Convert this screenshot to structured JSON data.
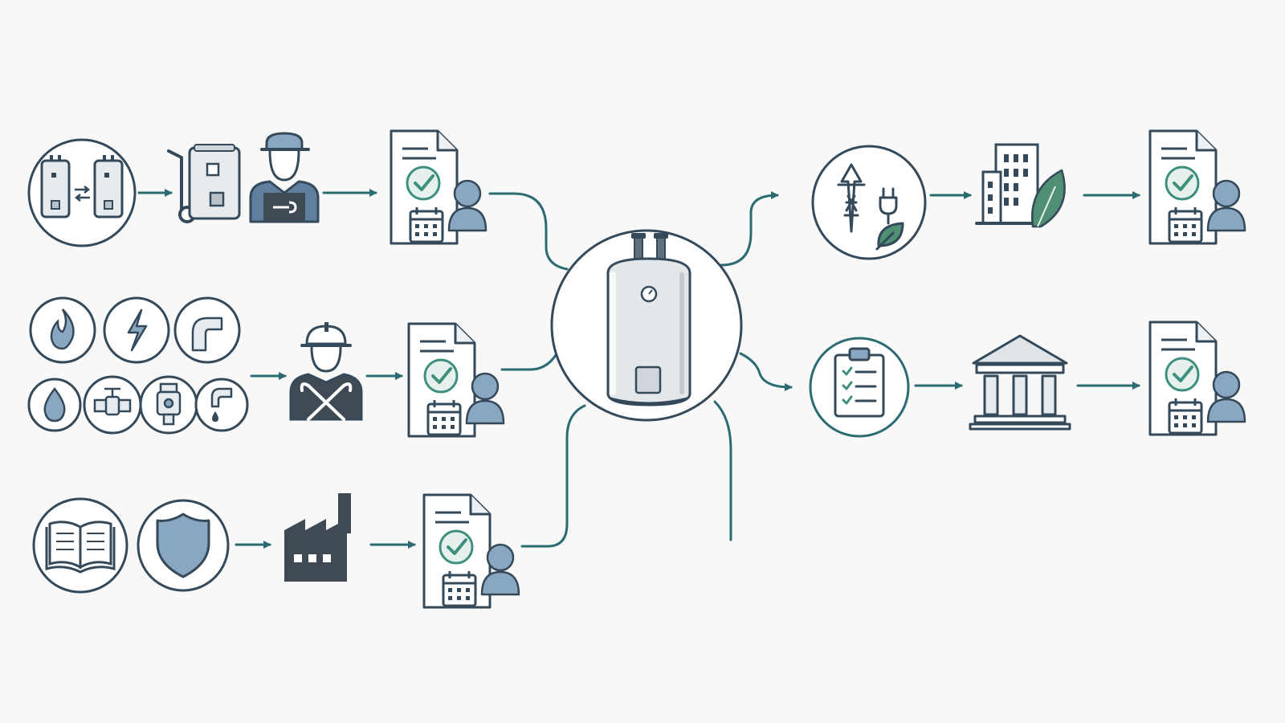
{
  "diagram": {
    "center": "water-heater",
    "left_flows": [
      {
        "id": "replacement",
        "steps": [
          "heater-swap-icon",
          "hand-truck-heater-icon",
          "technician-icon",
          "approval-document-icon"
        ]
      },
      {
        "id": "utilities",
        "steps": [
          "gas-flame-icon",
          "electricity-bolt-icon",
          "pipe-elbow-icon",
          "water-drop-icon",
          "shutoff-valve-icon",
          "pressure-valve-icon",
          "dripping-pipe-icon",
          "installer-icon",
          "approval-document-icon"
        ]
      },
      {
        "id": "warranty",
        "steps": [
          "manual-book-icon",
          "warranty-shield-icon",
          "manufacturer-factory-icon",
          "approval-document-icon"
        ]
      }
    ],
    "right_flows": [
      {
        "id": "energy",
        "steps": [
          "power-grid-eco-icon",
          "green-building-icon",
          "approval-document-icon"
        ]
      },
      {
        "id": "compliance",
        "steps": [
          "checklist-icon",
          "government-building-icon",
          "approval-document-icon"
        ]
      }
    ]
  },
  "colors": {
    "line": "#2b6b72",
    "outline": "#34495a",
    "fill_light": "#e7ebee",
    "fill_blue": "#8aa7c2",
    "check": "#3e8f7d",
    "leaf": "#4f8f73",
    "dark": "#3f4a54"
  }
}
